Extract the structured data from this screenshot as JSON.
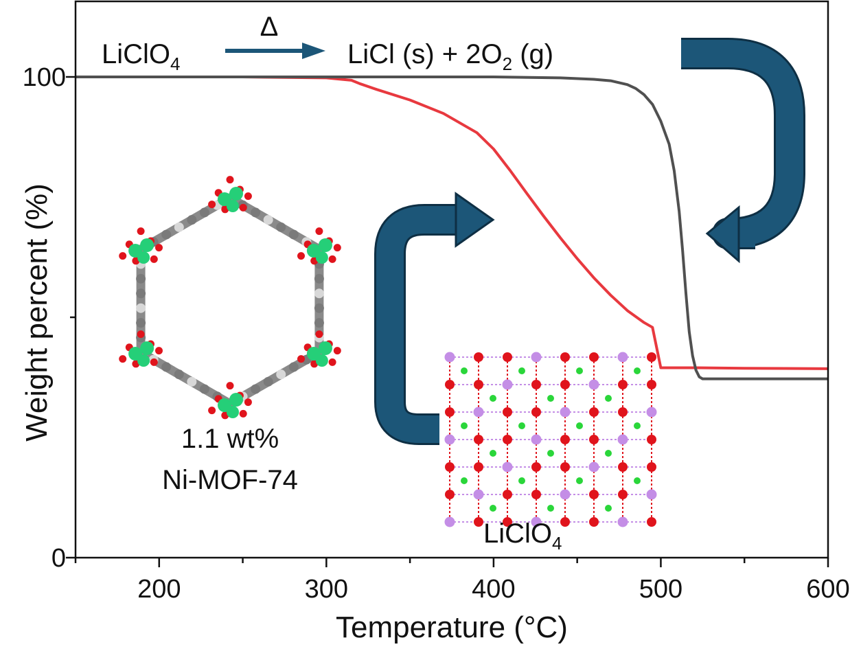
{
  "chart_data": {
    "type": "line",
    "xlabel": "Temperature (°C)",
    "ylabel": "Weight percent (%)",
    "xlim": [
      150,
      600
    ],
    "ylim": [
      0,
      100
    ],
    "x_ticks": [
      "200",
      "300",
      "400",
      "500",
      "600"
    ],
    "y_ticks": [
      "0",
      "100"
    ],
    "grid": false,
    "series": [
      {
        "color": "#e8393f",
        "x": [
          150,
          250,
          300,
          315,
          320,
          330,
          350,
          370,
          390,
          400,
          410,
          420,
          430,
          440,
          450,
          460,
          470,
          480,
          490,
          495,
          500,
          520,
          550,
          600
        ],
        "y": [
          100,
          100,
          99.8,
          99.3,
          98.6,
          97.4,
          95.2,
          92.4,
          88.4,
          85.0,
          80.5,
          75.7,
          71.0,
          66.5,
          62.2,
          58.2,
          54.6,
          51.4,
          48.9,
          47.9,
          39.5,
          39.5,
          39.4,
          39.3
        ]
      },
      {
        "color": "#505050",
        "x": [
          150,
          300,
          400,
          440,
          460,
          470,
          480,
          485,
          490,
          495,
          500,
          505,
          508,
          511,
          513,
          515,
          517,
          519,
          521,
          523,
          525,
          550,
          600
        ],
        "y": [
          100,
          100,
          100,
          99.8,
          99.5,
          99.2,
          98.4,
          97.6,
          96.3,
          94.3,
          90.8,
          86.0,
          80.5,
          72.0,
          64.0,
          55.0,
          47.0,
          42.0,
          39.0,
          37.6,
          37.2,
          37.2,
          37.2
        ]
      }
    ],
    "annotations": {
      "reaction_reactant": "LiClO",
      "reaction_reactant_sub": "4",
      "reaction_condition": "Δ",
      "reaction_product_a": "LiCl (s) + 2O",
      "reaction_product_sub": "2",
      "reaction_product_b": " (g)",
      "mof_line1": "1.1 wt%",
      "mof_line2": "Ni-MOF-74",
      "salt_label": "LiClO",
      "salt_label_sub": "4"
    },
    "colors": {
      "arrow": "#1c5678",
      "arrow_outline": "#0e2f44",
      "atom_o": "#e0141c",
      "atom_ni": "#25cf78",
      "atom_c": "#7a7a7a",
      "atom_h": "#d8d8d8",
      "atom_li": "#c48ee6",
      "atom_cl": "#2ad63a"
    }
  }
}
